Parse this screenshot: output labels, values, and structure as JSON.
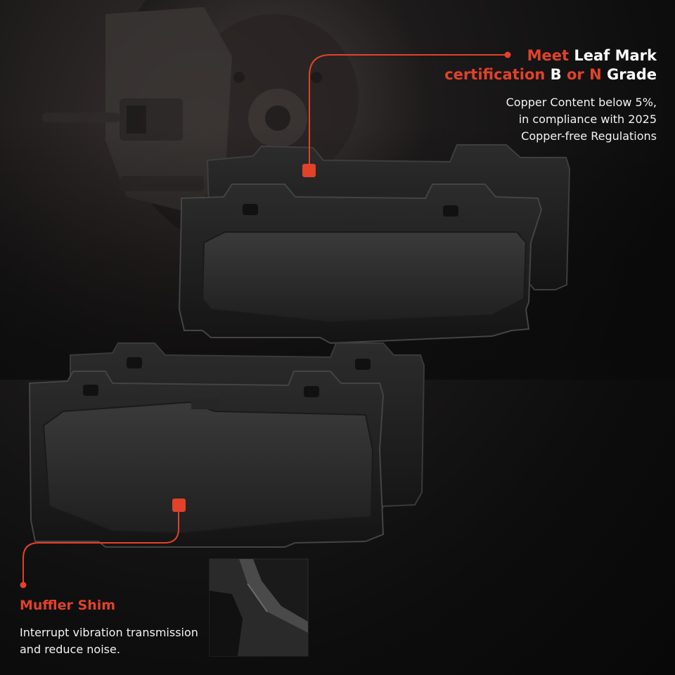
{
  "top_callout": {
    "word_meet": "Meet",
    "word_leaf_mark": "Leaf Mark",
    "word_certification": "certification",
    "word_b": "B",
    "word_or_n": "or N",
    "word_grade": "Grade",
    "body_lines": [
      "Copper Content below 5%,",
      "in compliance with 2025",
      "Copper-free Regulations"
    ]
  },
  "bottom_callout": {
    "title": "Muffler Shim",
    "body_lines": [
      "Interrupt vibration transmission",
      "and reduce noise."
    ]
  },
  "colors": {
    "accent": "#e2412a",
    "text": "#f2f2f2",
    "background": "#0d0d0d",
    "pad": "#2b2b2b"
  },
  "icons": [
    "callout-marker-icon",
    "callout-endpoint-icon"
  ]
}
